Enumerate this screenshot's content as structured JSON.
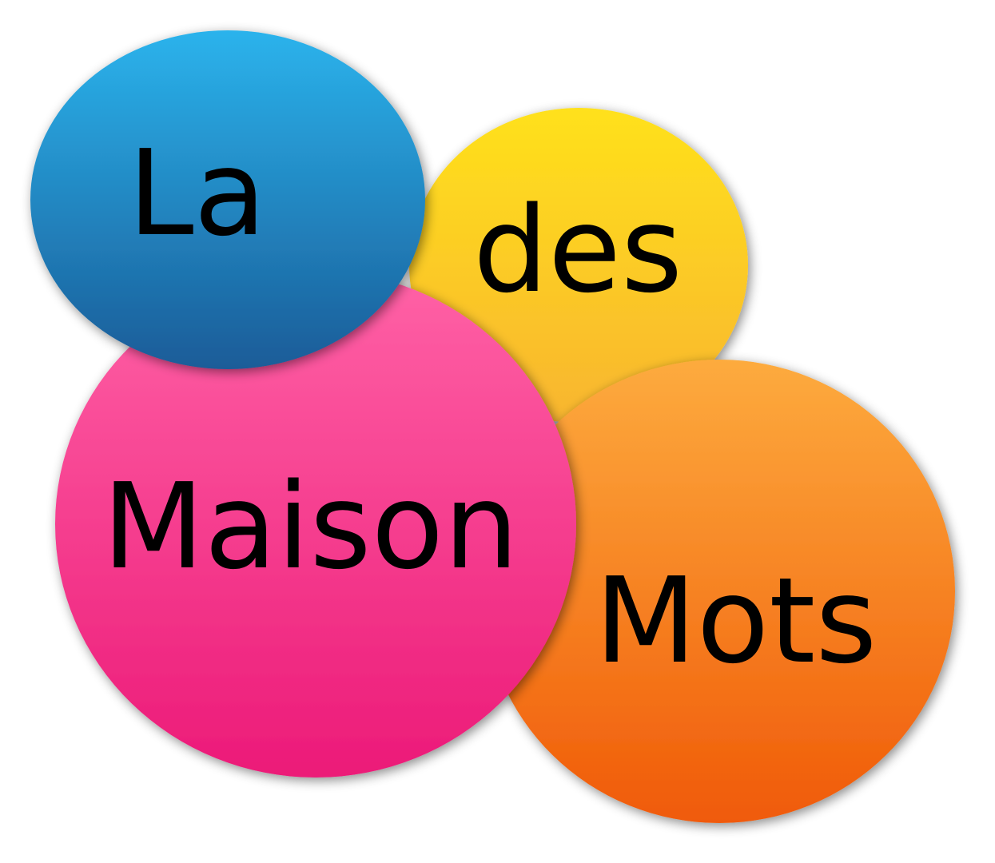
{
  "logo": {
    "words": {
      "la": "La",
      "des": "des",
      "maison": "Maison",
      "mots": "Mots"
    },
    "colors": {
      "blue_top": "#2bb3ec",
      "blue_bottom": "#1a5c98",
      "yellow_top": "#ffe11b",
      "yellow_bottom": "#f8b530",
      "pink_top": "#ff62a6",
      "pink_bottom": "#ec1a78",
      "orange_top": "#fdab3e",
      "orange_bottom": "#f05a08",
      "text": "#000000"
    }
  }
}
